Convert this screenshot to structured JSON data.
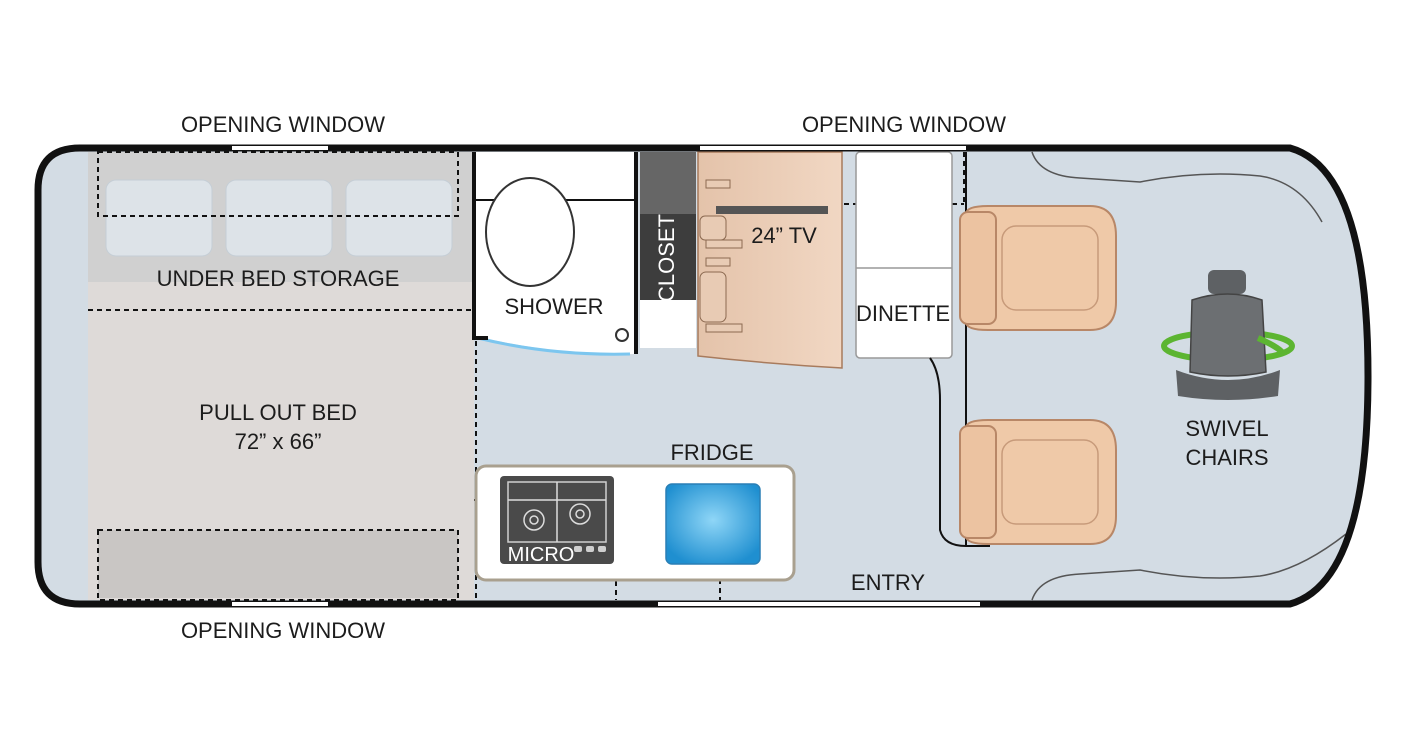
{
  "labels": {
    "window_top_left": "OPENING WINDOW",
    "window_top_right": "OPENING WINDOW",
    "window_bottom": "OPENING WINDOW",
    "under_bed_storage": "UNDER BED STORAGE",
    "pull_out_bed": "PULL OUT BED",
    "bed_size": "72” x 66”",
    "shower": "SHOWER",
    "closet": "CLOSET",
    "tv": "24” TV",
    "dinette": "DINETTE",
    "fridge": "FRIDGE",
    "micro": "MICRO",
    "entry": "ENTRY",
    "swivel": "SWIVEL",
    "chairs": "CHAIRS"
  },
  "colors": {
    "floor": "#d3dce4",
    "wall": "#111111",
    "bed": "#dedad8",
    "bed_dark": "#c9c6c4",
    "wood": "#ecd0ba",
    "seat": "#efc9a8",
    "seat_edge": "#b88767",
    "fridge": "#3aa6e0",
    "swivel_arrow": "#5cb531",
    "driver_seat": "#5e6164"
  }
}
